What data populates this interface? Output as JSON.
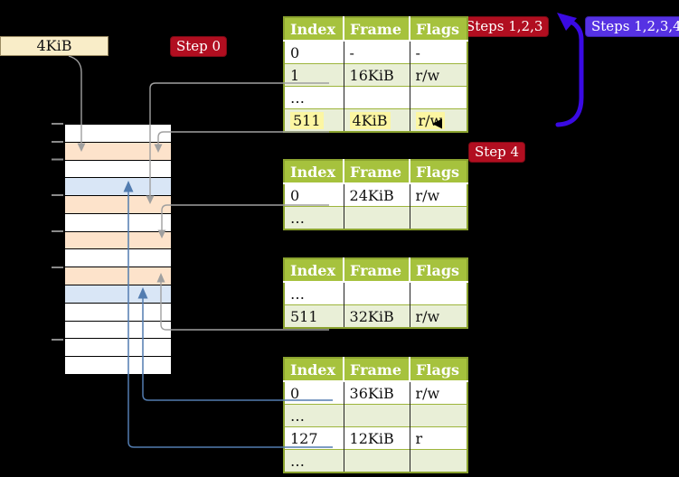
{
  "colors": {
    "bg": "#000000",
    "header_green": "#a6c23d",
    "row_green": "#e9efd7",
    "olive_border": "#8ba32f",
    "highlight_yellow": "#fcf6a2",
    "crimson": "#b10e20",
    "blueviolet": "#5632e3",
    "recursive_arrow_blue": "#3a0ae3",
    "connector_gray": "#a0a0a0",
    "connector_blue": "#527cb0",
    "mem_orange": "#fde3cb",
    "mem_blue": "#d9e6f6",
    "wheat": "#f9edc8"
  },
  "frame_box": {
    "label": "4KiB"
  },
  "step_labels": {
    "step0": "Step 0",
    "steps123": "Steps 1,2,3",
    "steps1234": "Steps 1,2,3,4",
    "step4": "Step 4"
  },
  "tables": [
    {
      "name": "page-table-l4",
      "headers": [
        "Index",
        "Frame",
        "Flags"
      ],
      "rows": [
        {
          "index": "0",
          "frame": "-",
          "flags": "-",
          "alt": false,
          "highlight": false
        },
        {
          "index": "1",
          "frame": "16KiB",
          "flags": "r/w",
          "alt": true,
          "highlight": false
        },
        {
          "index": "…",
          "frame": "",
          "flags": "",
          "alt": false,
          "highlight": false
        },
        {
          "index": "511",
          "frame": "4KiB",
          "flags": "r/w",
          "alt": true,
          "highlight": true
        }
      ]
    },
    {
      "name": "page-table-l3",
      "headers": [
        "Index",
        "Frame",
        "Flags"
      ],
      "rows": [
        {
          "index": "0",
          "frame": "24KiB",
          "flags": "r/w",
          "alt": false,
          "highlight": false
        },
        {
          "index": "…",
          "frame": "",
          "flags": "",
          "alt": true,
          "highlight": false
        }
      ]
    },
    {
      "name": "page-table-l2",
      "headers": [
        "Index",
        "Frame",
        "Flags"
      ],
      "rows": [
        {
          "index": "…",
          "frame": "",
          "flags": "",
          "alt": false,
          "highlight": false
        },
        {
          "index": "511",
          "frame": "32KiB",
          "flags": "r/w",
          "alt": true,
          "highlight": false
        }
      ]
    },
    {
      "name": "page-table-l1",
      "headers": [
        "Index",
        "Frame",
        "Flags"
      ],
      "rows": [
        {
          "index": "0",
          "frame": "36KiB",
          "flags": "r/w",
          "alt": false,
          "highlight": false
        },
        {
          "index": "…",
          "frame": "",
          "flags": "",
          "alt": true,
          "highlight": false
        },
        {
          "index": "127",
          "frame": "12KiB",
          "flags": "r",
          "alt": false,
          "highlight": false
        },
        {
          "index": "…",
          "frame": "",
          "flags": "",
          "alt": true,
          "highlight": false
        }
      ]
    }
  ],
  "memory": {
    "rows": [
      "white",
      "orange",
      "white",
      "blue",
      "orange",
      "white",
      "orange",
      "white",
      "orange",
      "blue",
      "white",
      "white",
      "white",
      "white"
    ]
  }
}
